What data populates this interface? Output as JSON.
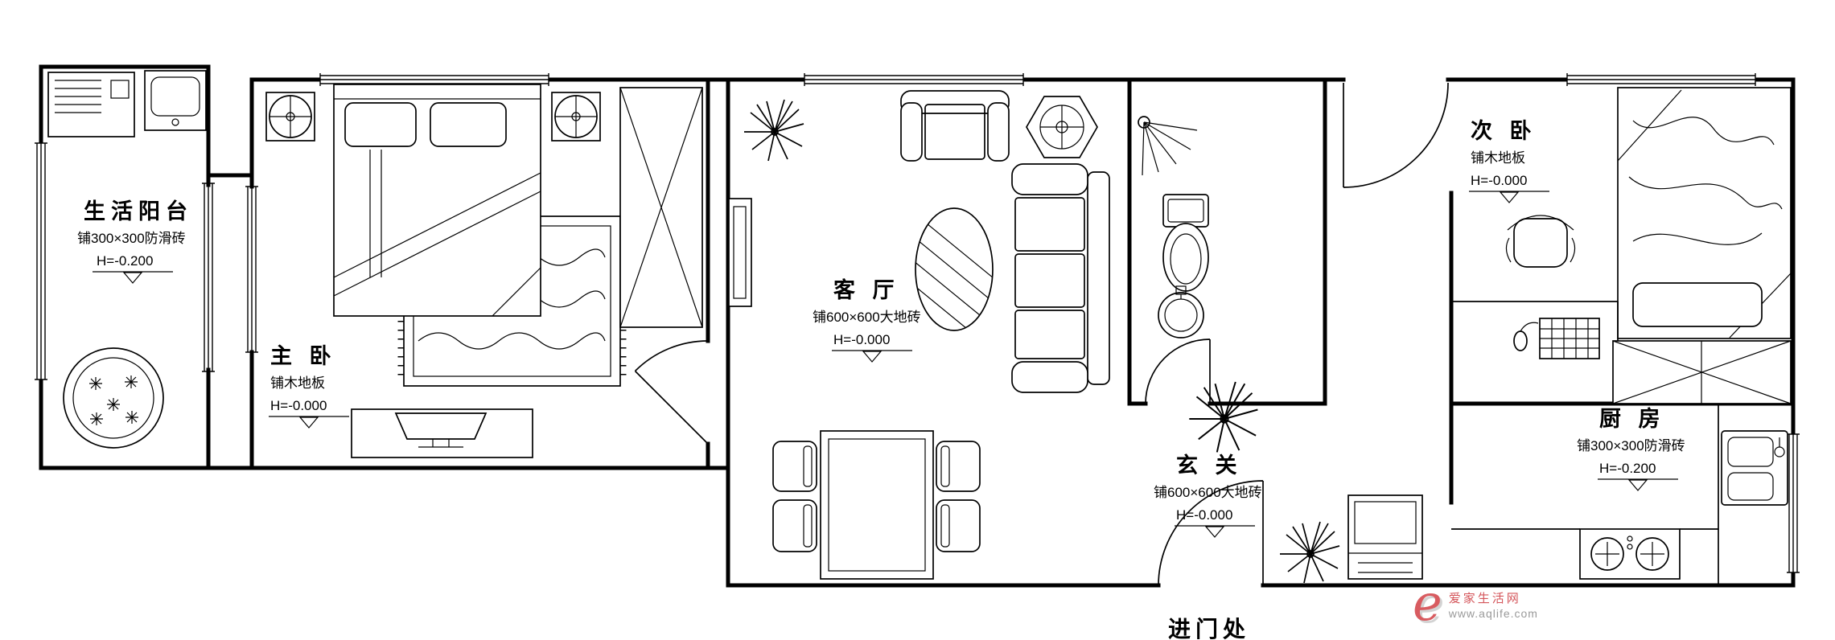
{
  "rooms": {
    "balcony": {
      "name": "生活阳台",
      "floor": "铺300×300防滑砖",
      "level": "H=-0.200"
    },
    "master": {
      "name": "主 卧",
      "floor": "铺木地板",
      "level": "H=-0.000"
    },
    "living": {
      "name": "客 厅",
      "floor": "铺600×600大地砖",
      "level": "H=-0.000"
    },
    "foyer": {
      "name": "玄 关",
      "floor": "铺600×600大地砖",
      "level": "H=-0.000"
    },
    "second": {
      "name": "次 卧",
      "floor": "铺木地板",
      "level": "H=-0.000"
    },
    "kitchen": {
      "name": "厨 房",
      "floor": "铺300×300防滑砖",
      "level": "H=-0.200"
    },
    "entrance": "进门处"
  },
  "watermark": {
    "logo": "e",
    "brand": "爱家生活网",
    "site": "www.aqlife.com"
  },
  "colors": {
    "line": "#000000",
    "watermark_red": "#cf3339",
    "watermark_gray": "#9a9a9a"
  }
}
